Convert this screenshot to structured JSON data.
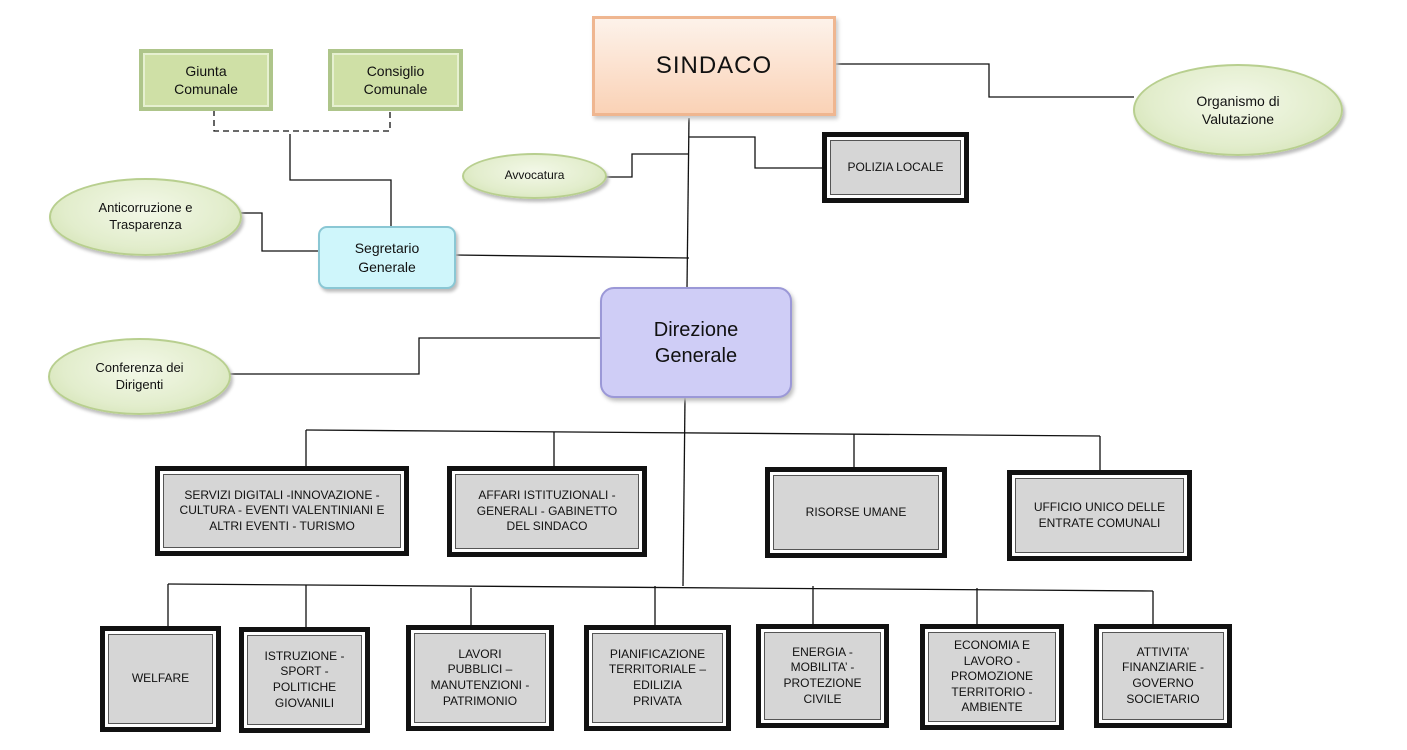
{
  "top": {
    "sindaco": "SINDACO",
    "giunta": "Giunta\nComunale",
    "consiglio": "Consiglio\nComunale",
    "organismo": "Organismo di\nValutazione",
    "avvocatura": "Avvocatura",
    "polizia": "POLIZIA LOCALE",
    "anticorruzione": "Anticorruzione e\nTrasparenza",
    "segretario": "Segretario\nGenerale",
    "direzione": "Direzione\nGenerale",
    "conferenza": "Conferenza dei\nDirigenti"
  },
  "departments_row1": [
    "SERVIZI DIGITALI -INNOVAZIONE -\nCULTURA - EVENTI VALENTINIANI E\nALTRI EVENTI - TURISMO",
    "AFFARI ISTITUZIONALI -\nGENERALI - GABINETTO\nDEL SINDACO",
    "RISORSE UMANE",
    "UFFICIO UNICO DELLE\nENTRATE COMUNALI"
  ],
  "departments_row2": [
    "WELFARE",
    "ISTRUZIONE -\nSPORT -\nPOLITICHE\nGIOVANILI",
    "LAVORI\nPUBBLICI –\nMANUTENZIONI -\nPATRIMONIO",
    "PIANIFICAZIONE\nTERRITORIALE –\nEDILIZIA\nPRIVATA",
    "ENERGIA -\nMOBILITA’ -\nPROTEZIONE\nCIVILE",
    "ECONOMIA E\nLAVORO -\nPROMOZIONE\nTERRITORIO -\nAMBIENTE",
    "ATTIVITA’\nFINANZIARIE -\nGOVERNO\nSOCIETARIO"
  ]
}
